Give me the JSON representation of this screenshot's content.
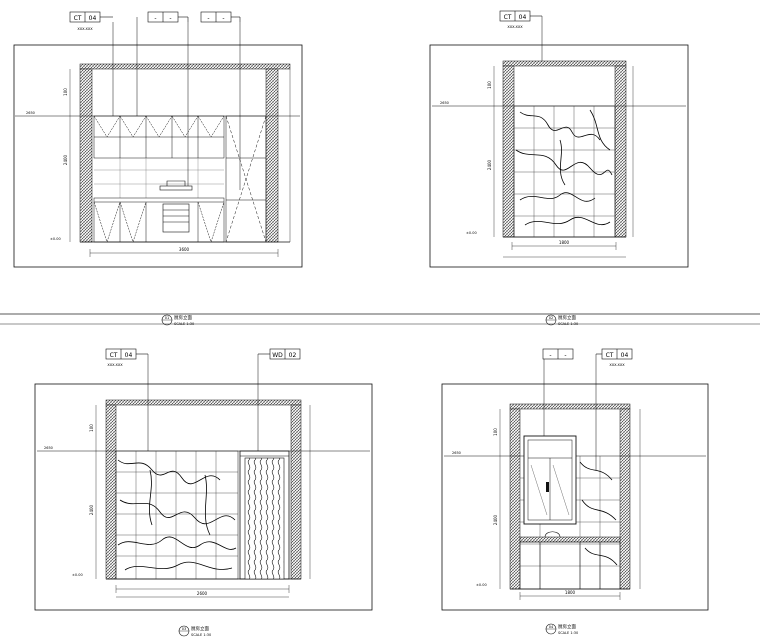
{
  "drawings": [
    {
      "tags": [
        {
          "a": "CT",
          "b": "04",
          "note": "XXX-XXX"
        },
        {
          "a": "-",
          "b": "-",
          "note": ""
        },
        {
          "a": "-",
          "b": "-",
          "note": ""
        }
      ],
      "title_num": "01",
      "title_text": "厨房立面",
      "title_scale": "SCALE 1:30",
      "dims": {
        "top": "100",
        "mid": "2400",
        "width": "3600",
        "level": "2650",
        "ceil": "±0.00"
      }
    },
    {
      "tags": [
        {
          "a": "CT",
          "b": "04",
          "note": "XXX-XXX"
        }
      ],
      "title_num": "02",
      "title_text": "厨房立面",
      "title_scale": "SCALE 1:30",
      "dims": {
        "top": "100",
        "mid": "2400",
        "width": "1800",
        "level": "2650",
        "ceil": "±0.00"
      }
    },
    {
      "tags": [
        {
          "a": "CT",
          "b": "04",
          "note": "XXX-XXX"
        },
        {
          "a": "WD",
          "b": "02",
          "note": ""
        }
      ],
      "title_num": "03",
      "title_text": "厨房立面",
      "title_scale": "SCALE 1:30",
      "dims": {
        "top": "100",
        "mid": "2400",
        "width": "2600",
        "level": "2650",
        "ceil": "±0.00"
      }
    },
    {
      "tags": [
        {
          "a": "-",
          "b": "-",
          "note": ""
        },
        {
          "a": "CT",
          "b": "04",
          "note": "XXX-XXX"
        }
      ],
      "title_num": "04",
      "title_text": "厨房立面",
      "title_scale": "SCALE 1:30",
      "dims": {
        "top": "100",
        "mid": "2400",
        "width": "1800",
        "level": "2650",
        "ceil": "±0.00"
      }
    }
  ]
}
